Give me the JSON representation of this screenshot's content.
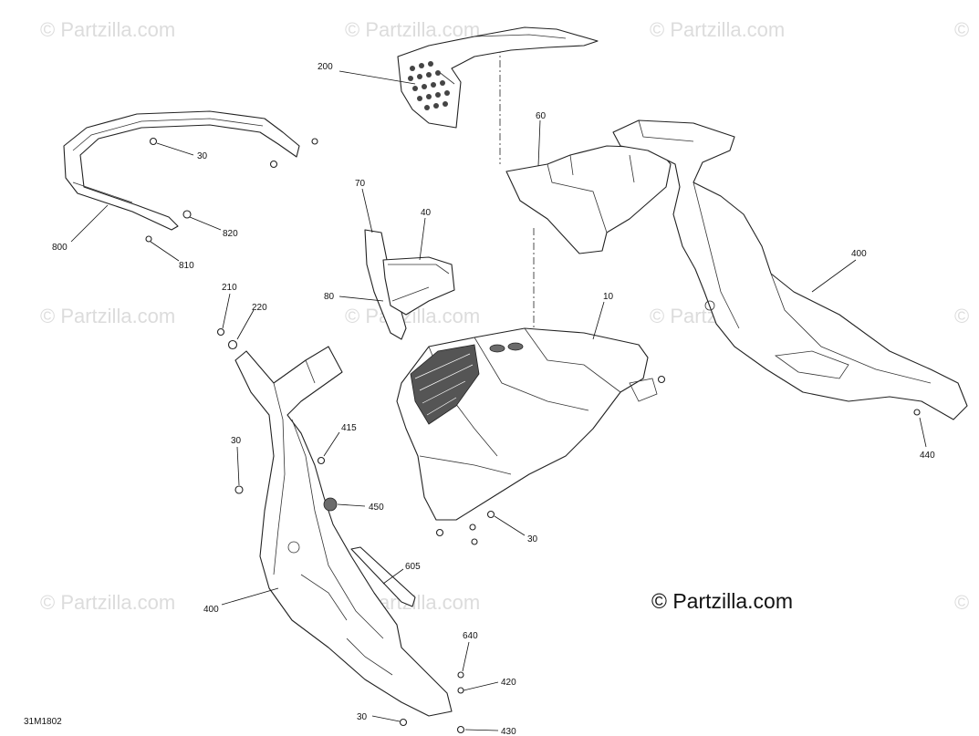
{
  "watermark_text": "© Partzilla.com",
  "copyright_text": "© Partzilla.com",
  "diagram_code": "31M1802",
  "callouts": {
    "c200": "200",
    "c30a": "30",
    "c800": "800",
    "c820": "820",
    "c810": "810",
    "c60": "60",
    "c70": "70",
    "c40": "40",
    "c80": "80",
    "c10": "10",
    "c400a": "400",
    "c440": "440",
    "c210": "210",
    "c220": "220",
    "c30b": "30",
    "c415": "415",
    "c450": "450",
    "c30c": "30",
    "c605": "605",
    "c400b": "400",
    "c640": "640",
    "c420": "420",
    "c30d": "30",
    "c430": "430"
  },
  "colors": {
    "line": "#222222",
    "watermark": "#dcdcdc",
    "background": "#ffffff"
  }
}
